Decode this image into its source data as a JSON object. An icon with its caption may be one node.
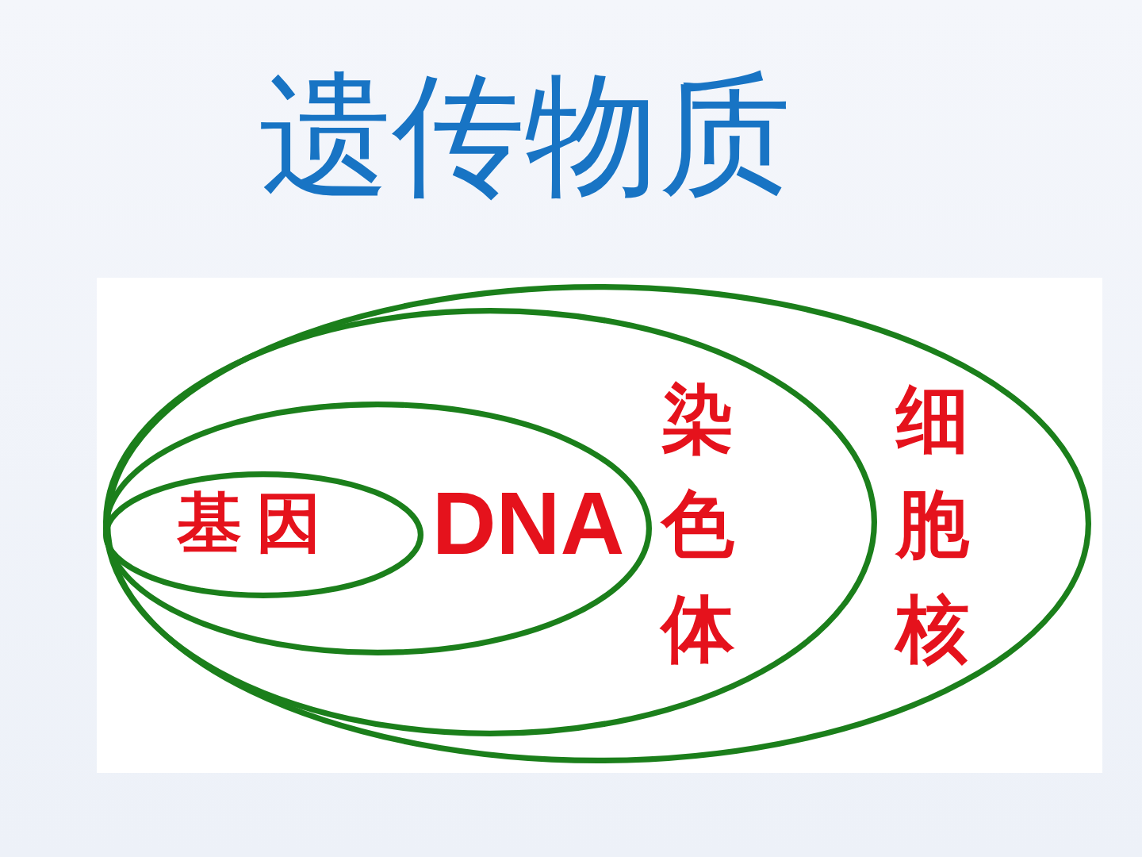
{
  "diagram": {
    "title": "遗传物质",
    "nodes": [
      {
        "text": [
          "细胞核"
        ]
      },
      {
        "text": [
          "染色体"
        ],
        "in": 0
      },
      {
        "text": [
          "DNA"
        ],
        "in": 1
      },
      {
        "text": [
          "基因"
        ],
        "in": 2
      }
    ]
  }
}
